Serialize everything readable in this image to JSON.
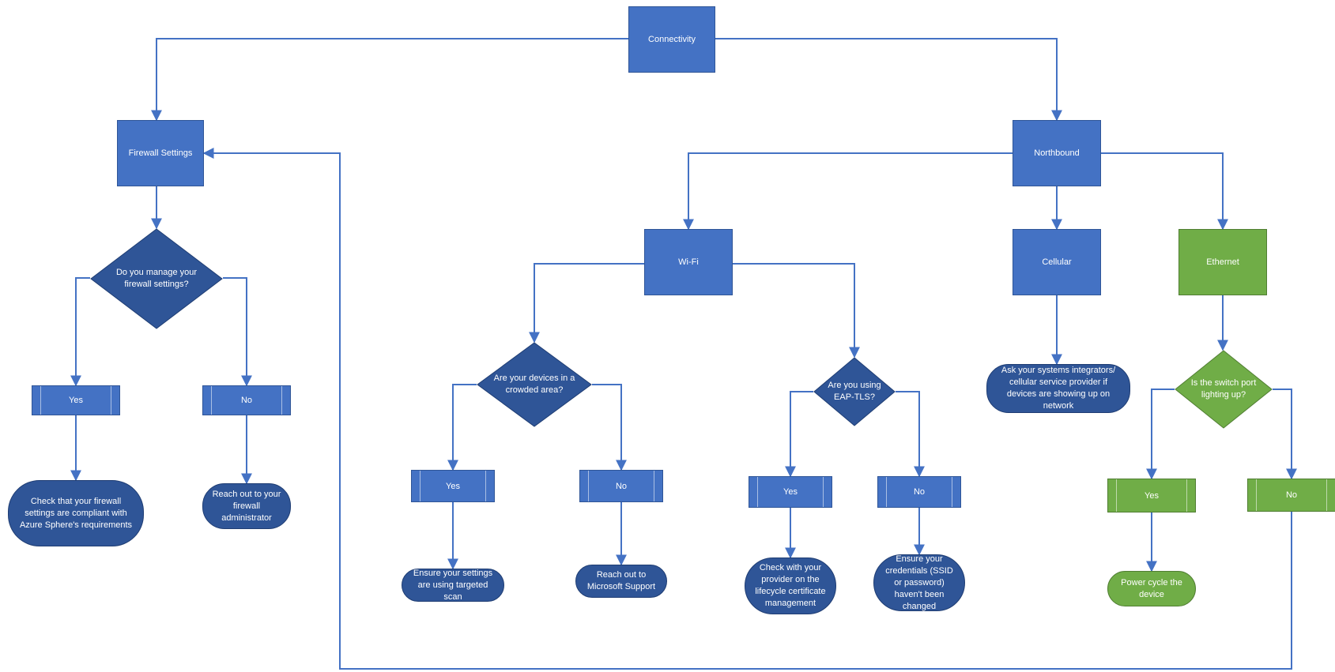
{
  "nodes": {
    "connectivity": "Connectivity",
    "firewall_settings": "Firewall Settings",
    "northbound": "Northbound",
    "wifi": "Wi-Fi",
    "cellular": "Cellular",
    "ethernet": "Ethernet",
    "q_manage_firewall": "Do you manage your firewall settings?",
    "q_crowded": "Are your devices in a crowded area?",
    "q_eap_tls": "Are you using EAP-TLS?",
    "q_switch_port": "Is the switch port lighting up?",
    "fw_yes": "Yes",
    "fw_no": "No",
    "crowded_yes": "Yes",
    "crowded_no": "No",
    "eap_yes": "Yes",
    "eap_no": "No",
    "port_yes": "Yes",
    "port_no": "No",
    "a_fw_compliant": "Check that your firewall settings are compliant with Azure Sphere's requirements",
    "a_fw_admin": "Reach out to your firewall administrator",
    "a_targeted_scan": "Ensure your settings are using targeted scan",
    "a_ms_support": "Reach out to Microsoft Support",
    "a_lifecycle_cert": "Check with your provider on the lifecycle certificate management",
    "a_credentials": "Ensure your credentials (SSID or password) haven't been changed",
    "a_cellular": "Ask your systems integrators/ cellular service provider if devices are showing up on network",
    "a_power_cycle": "Power cycle the device"
  },
  "colors": {
    "primary": "#4472c4",
    "dark": "#2f5597",
    "green": "#70ad47",
    "connector": "#4472c4"
  }
}
